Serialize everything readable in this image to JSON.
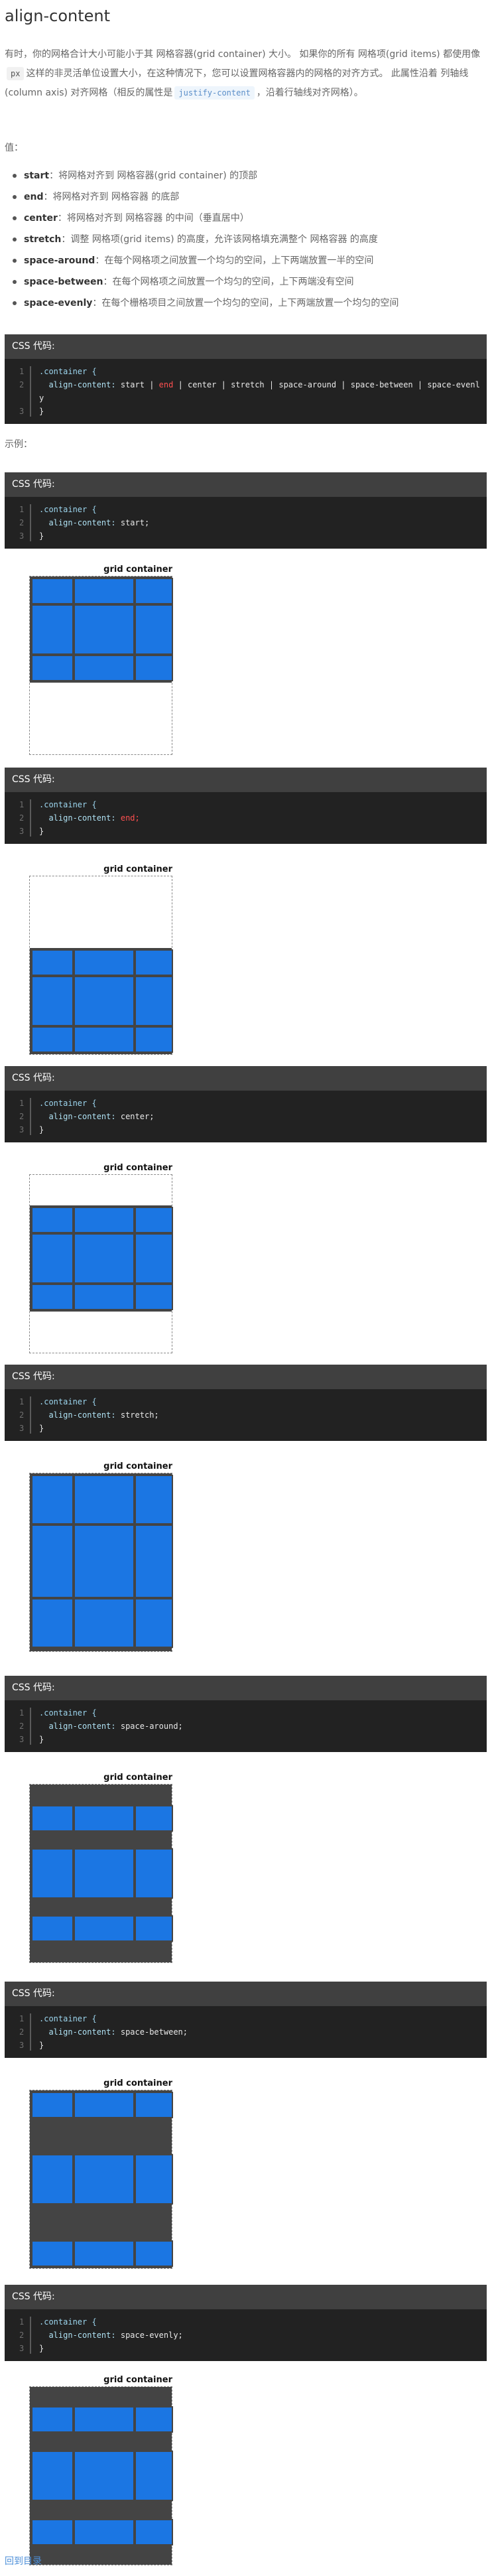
{
  "title": "align-content",
  "intro": {
    "p1": "有时，你的网格合计大小可能小于其 网格容器(grid container) 大小。 如果你的所有 网格项(grid items) 都使用像",
    "chip1": "px",
    "p2": "这样的非灵活单位设置大小，在这种情况下，您可以设置网格容器内的网格的对齐方式。 此属性沿着 列轴线(column axis) 对齐网格（相反的属性是",
    "chip2": "justify-content",
    "p3": "，沿着行轴线对齐网格）。"
  },
  "values_label": "值：",
  "values": [
    {
      "name": "start",
      "desc": "：将网格对齐到 网格容器(grid container) 的顶部"
    },
    {
      "name": "end",
      "desc": "：将网格对齐到 网格容器 的底部"
    },
    {
      "name": "center",
      "desc": "：将网格对齐到 网格容器 的中间（垂直居中）"
    },
    {
      "name": "stretch",
      "desc": "：调整 网格项(grid items) 的高度，允许该网格填充满整个 网格容器 的高度"
    },
    {
      "name": "space-around",
      "desc": "：在每个网格项之间放置一个均匀的空间，上下两端放置一半的空间"
    },
    {
      "name": "space-between",
      "desc": "：在每个网格项之间放置一个均匀的空间，上下两端没有空间"
    },
    {
      "name": "space-evenly",
      "desc": "：在每个栅格项目之间放置一个均匀的空间，上下两端放置一个均匀的空间"
    }
  ],
  "code_header": "CSS 代码:",
  "syntax": {
    "selector": ".container {",
    "property": "align-content:",
    "options": [
      "start",
      "end",
      "center",
      "stretch",
      "space-around",
      "space-between",
      "space-evenly"
    ],
    "separator": " | ",
    "close": "}"
  },
  "example_label": "示例：",
  "demo_caption": "grid container",
  "examples": [
    {
      "selector": ".container {",
      "property": "align-content:",
      "value": "start;",
      "close": "}"
    },
    {
      "selector": ".container {",
      "property": "align-content:",
      "value": "end;",
      "close": "}"
    },
    {
      "selector": ".container {",
      "property": "align-content:",
      "value": "center;",
      "close": "}"
    },
    {
      "selector": ".container {",
      "property": "align-content:",
      "value": "stretch;",
      "close": "}"
    },
    {
      "selector": ".container {",
      "property": "align-content:",
      "value": "space-around;",
      "close": "}"
    },
    {
      "selector": ".container {",
      "property": "align-content:",
      "value": "space-between;",
      "close": "}"
    },
    {
      "selector": ".container {",
      "property": "align-content:",
      "value": "space-evenly;",
      "close": "}"
    }
  ],
  "back_link": "回到目录",
  "colors": {
    "cell": "#1b76e3",
    "grid_line": "#444444",
    "code_bg": "#222222",
    "code_head": "#404040",
    "link": "#4d8fd9"
  }
}
